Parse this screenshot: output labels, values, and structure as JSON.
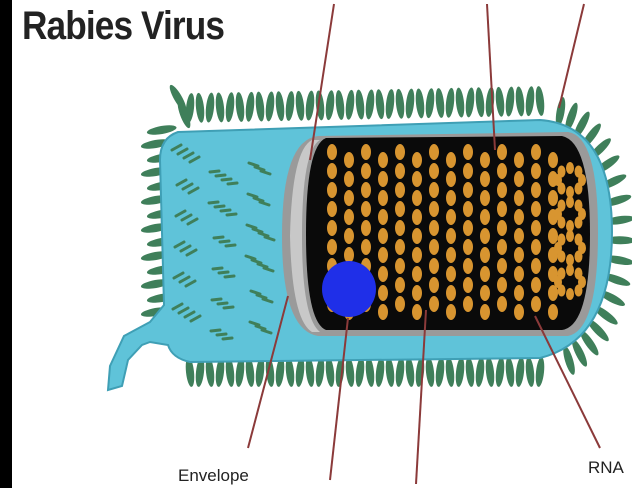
{
  "title": "Rabies Virus",
  "labels": {
    "envelope": "Envelope",
    "rna": "RNA"
  },
  "colors": {
    "spikes": "#3f7f5a",
    "envelope_fill": "#5fc3d9",
    "core": "#0a0a0a",
    "nucleocapsid": "#d89530",
    "matrix_cap": "#9a9a9a",
    "polymerase": "#1f2fe8",
    "pointer_line": "#8b3a3a"
  }
}
